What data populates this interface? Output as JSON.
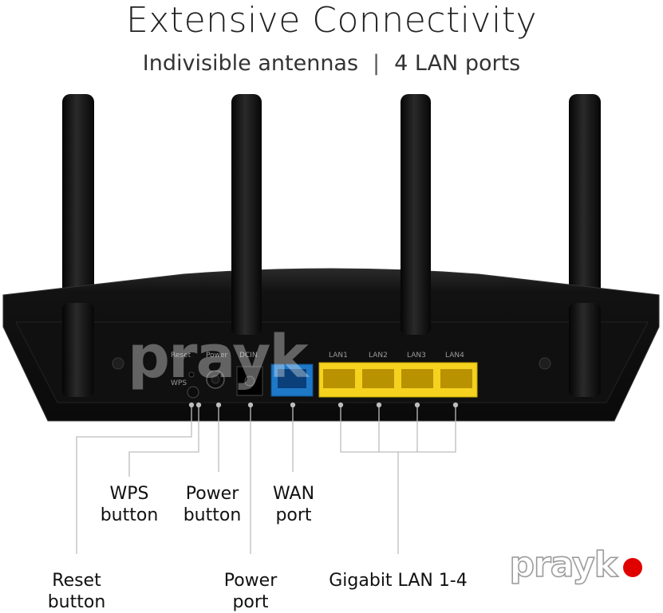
{
  "heading": {
    "title": "Extensive Connectivity",
    "subtitle_left": "Indivisible antennas",
    "subtitle_separator": "|",
    "subtitle_right": "4 LAN ports"
  },
  "router_labels": {
    "reset": "Reset",
    "wps": "WPS",
    "power": "Power",
    "dcin": "DCIN",
    "lan1": "LAN1",
    "lan2": "LAN2",
    "lan3": "LAN3",
    "lan4": "LAN4"
  },
  "callouts": {
    "wps_button": [
      "WPS",
      "button"
    ],
    "power_button": [
      "Power",
      "button"
    ],
    "wan_port": [
      "WAN",
      "port"
    ],
    "reset_button": [
      "Reset",
      "button"
    ],
    "power_port": [
      "Power",
      "port"
    ],
    "gigabit_lan": [
      "Gigabit LAN 1-4"
    ]
  },
  "watermark": {
    "text": "prayk"
  },
  "colors": {
    "router_body": "#141414",
    "wan_port": "#1e78c8",
    "lan_port": "#f5d21e",
    "watermark_dot": "#e00000"
  }
}
